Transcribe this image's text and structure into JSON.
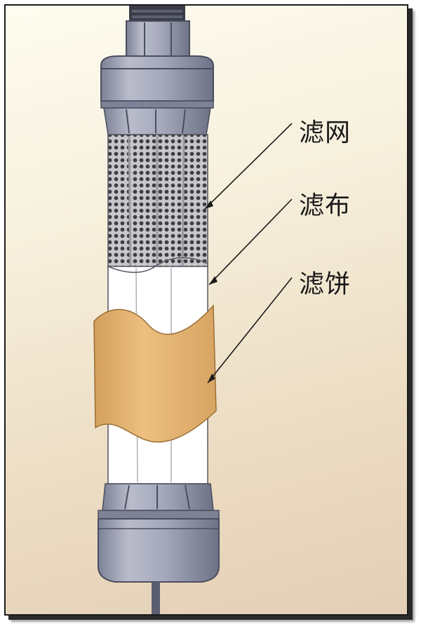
{
  "labels": {
    "screen": "滤网",
    "cloth": "滤布",
    "cake": "滤饼"
  },
  "colors": {
    "background_light": "#fefcf0",
    "background_dark": "#e3cfb6",
    "metal": "#9ea3b8",
    "metal_dark": "#5a5e70",
    "mesh": "#9a9aa0",
    "cloth": "#ffffff",
    "cake": "#e2b06c",
    "leader_line": "#1a1a1a"
  }
}
